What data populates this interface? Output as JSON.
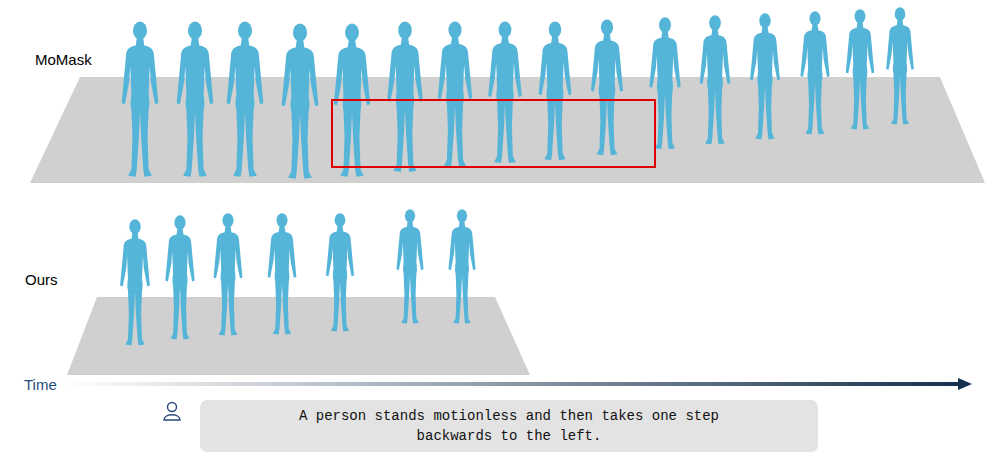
{
  "diagram": {
    "nodes": [
      {
        "text": [
          "A person stands motionless and then takes one step backwards to the left."
        ]
      }
    ],
    "labels": [
      "MoMask",
      "Ours",
      "Time"
    ]
  }
}
